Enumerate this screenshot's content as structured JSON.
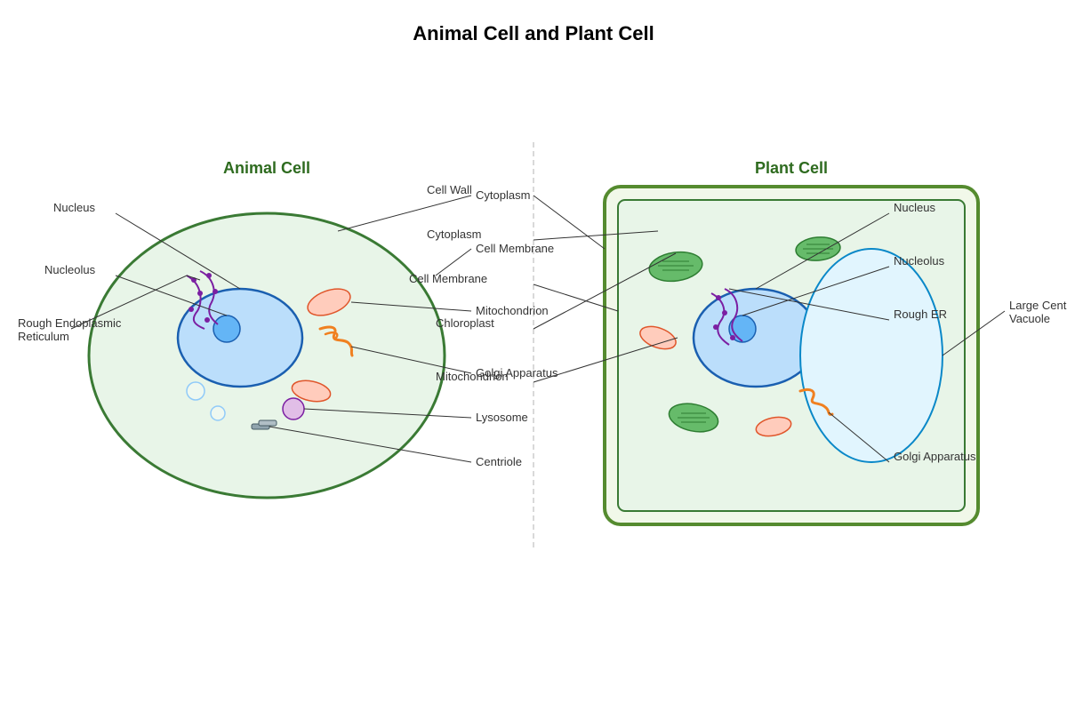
{
  "title": "Animal Cell and Plant Cell",
  "animal": {
    "heading": "Animal Cell",
    "labels": {
      "nucleus": "Nucleus",
      "nucleolus": "Nucleolus",
      "rough_er_line1": "Rough Endoplasmic",
      "rough_er_line2": "Reticulum",
      "cell_wall": "Cell Wall",
      "cytoplasm": "Cytoplasm",
      "cell_membrane": "Cell Membrane",
      "chloroplast": "Chloroplast",
      "mitochondrion": "Mitochondrion",
      "lysosome": "Lysosome",
      "centriole": "Centriole"
    }
  },
  "plant": {
    "heading": "Plant Cell",
    "labels": {
      "cytoplasm": "Cytoplasm",
      "cell_membrane": "Cell Membrane",
      "mitochondrion": "Mitochondrion",
      "golgi_left": "Golgi Apparatus",
      "nucleus": "Nucleus",
      "nucleolus": "Nucleolus",
      "rough_er": "Rough ER",
      "golgi_right": "Golgi Apparatus",
      "vacuole_line1": "Large Central",
      "vacuole_line2": "Vacuole"
    }
  },
  "colors": {
    "cell_fill": "#e8f5e8",
    "cell_stroke": "#3a7a34",
    "nucleus_fill": "#bbdefb",
    "nucleus_stroke": "#1a5fb0",
    "nucleolus_fill": "#64b5f6",
    "mitochondrion_fill": "#ffccbc",
    "mitochondrion_stroke": "#e0562b",
    "er": "#7b1fa2",
    "golgi": "#f08020",
    "chloroplast_fill": "#66bb6a",
    "chloroplast_stroke": "#2e7d32",
    "vacuole_fill": "#e1f5fe",
    "vacuole_stroke": "#0a88c8",
    "lysosome_fill": "#e1bee7",
    "plant_wall_fill": "#f1f8e9",
    "plant_wall_stroke": "#558b2f"
  }
}
